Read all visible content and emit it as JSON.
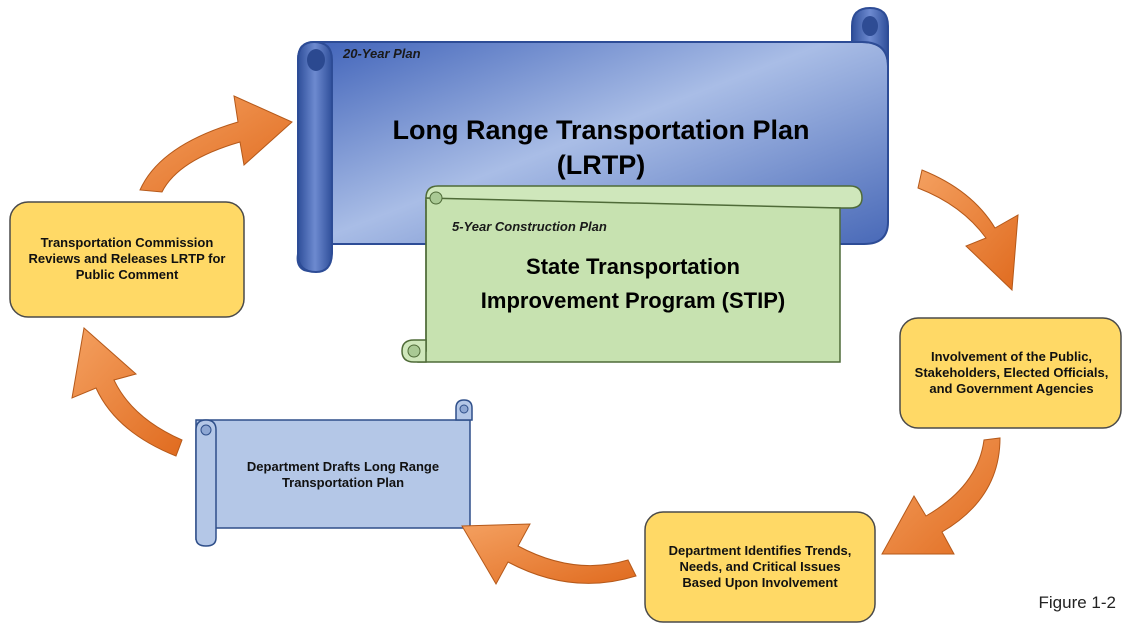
{
  "lrtp": {
    "tag": "20-Year Plan",
    "title_line1": "Long Range Transportation Plan",
    "title_line2": "(LRTP)"
  },
  "stip": {
    "tag": "5-Year Construction Plan",
    "title_line1": "State Transportation",
    "title_line2": "Improvement Program (STIP)"
  },
  "steps": {
    "involvement": "Involvement of the Public, Stakeholders, Elected Officials, and Government Agencies",
    "identifies": "Department Identifies Trends, Needs, and Critical Issues Based Upon Involvement",
    "drafts": "Department Drafts Long Range Transportation Plan",
    "commission": "Transportation Commission Reviews and Releases LRTP for Public Comment"
  },
  "figure_label": "Figure 1-2",
  "colors": {
    "lrtp_blue": "#4a6fc4",
    "stip_green": "#c7e2b0",
    "step_yellow": "#ffd966",
    "draft_blue": "#b4c7e7",
    "arrow_orange": "#ed7d31"
  }
}
